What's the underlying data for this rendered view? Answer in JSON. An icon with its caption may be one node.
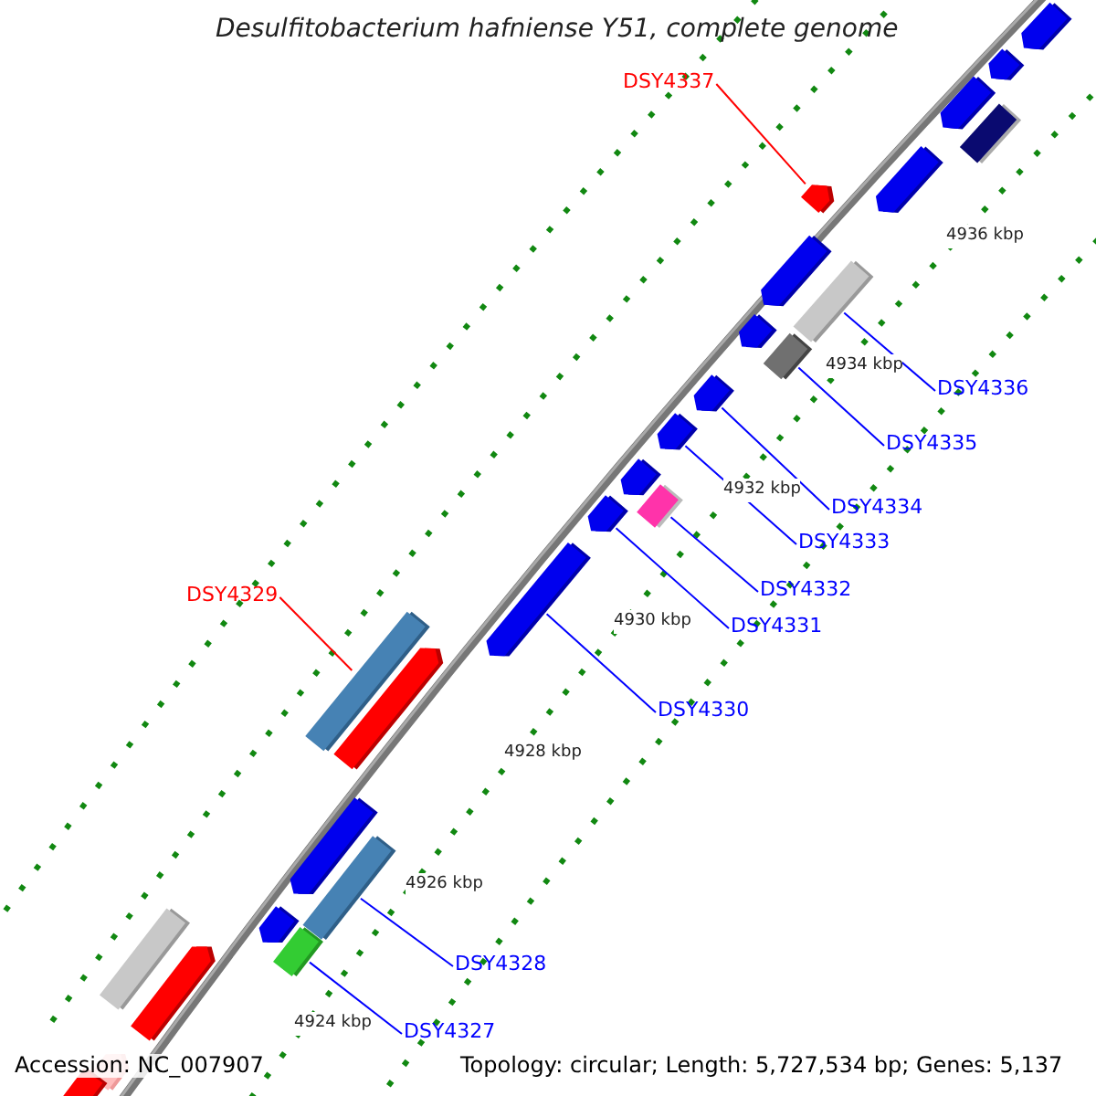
{
  "diagram": {
    "title": "Desulfitobacterium hafniense Y51, complete genome",
    "nodes": [
      {
        "text": [
          "DSY4337"
        ]
      },
      {
        "text": [
          "DSY4336"
        ]
      },
      {
        "text": [
          "DSY4335"
        ]
      },
      {
        "text": [
          "DSY4334"
        ]
      },
      {
        "text": [
          "DSY4333"
        ]
      },
      {
        "text": [
          "DSY4332"
        ]
      },
      {
        "text": [
          "DSY4329"
        ]
      },
      {
        "text": [
          "DSY4331"
        ]
      },
      {
        "text": [
          "DSY4330"
        ]
      },
      {
        "text": [
          "DSY4328"
        ]
      },
      {
        "text": [
          "DSY4327"
        ]
      },
      {
        "text": [],
        "shape": "arrow"
      },
      {
        "text": [],
        "shape": "arrow"
      },
      {
        "text": [],
        "shape": "arrow"
      },
      {
        "text": [],
        "shape": "box"
      },
      {
        "text": [],
        "shape": "arrow"
      },
      {
        "text": [],
        "shape": "arrow"
      },
      {
        "text": [],
        "shape": "arrow"
      },
      {
        "text": [],
        "shape": "arrow"
      },
      {
        "text": [],
        "shape": "box"
      },
      {
        "text": [],
        "shape": "box"
      },
      {
        "text": [],
        "shape": "arrow"
      },
      {
        "text": [],
        "shape": "arrow"
      },
      {
        "text": [],
        "shape": "arrow"
      },
      {
        "text": [],
        "shape": "arrow"
      },
      {
        "text": [],
        "shape": "box"
      },
      {
        "text": [],
        "shape": "arrow"
      },
      {
        "text": [],
        "shape": "box"
      },
      {
        "text": [],
        "shape": "arrow"
      },
      {
        "text": [],
        "shape": "arrow"
      },
      {
        "text": [],
        "shape": "box"
      },
      {
        "text": [],
        "shape": "arrow"
      },
      {
        "text": [],
        "shape": "box"
      },
      {
        "text": [],
        "shape": "box"
      },
      {
        "text": [],
        "shape": "arrow"
      },
      {
        "text": [],
        "shape": "arrow"
      },
      {
        "text": [],
        "shape": "box"
      }
    ],
    "edges": [
      {
        "from": 0,
        "to": 15,
        "arrow": "none",
        "color": "#ff0000"
      },
      {
        "from": 1,
        "to": 19,
        "arrow": "none"
      },
      {
        "from": 2,
        "to": 20,
        "arrow": "none"
      },
      {
        "from": 3,
        "to": 21,
        "arrow": "none"
      },
      {
        "from": 4,
        "to": 22,
        "arrow": "none"
      },
      {
        "from": 5,
        "to": 25,
        "arrow": "none"
      },
      {
        "from": 6,
        "to": 27,
        "arrow": "none",
        "color": "#ff0000"
      },
      {
        "from": 7,
        "to": 24,
        "arrow": "none"
      },
      {
        "from": 8,
        "to": 26,
        "arrow": "none"
      },
      {
        "from": 9,
        "to": 30,
        "arrow": "none"
      },
      {
        "from": 10,
        "to": 32,
        "arrow": "none"
      }
    ],
    "labels": [
      "4936 kbp",
      "4934 kbp",
      "4932 kbp",
      "4930 kbp",
      "4928 kbp",
      "4926 kbp",
      "4924 kbp",
      "Accession: NC_007907",
      "Topology: circular; Length: 5,727,534 bp; Genes: 5,137"
    ]
  }
}
